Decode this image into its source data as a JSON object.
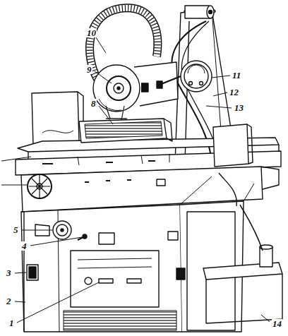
{
  "diagram": {
    "labels": [
      "10",
      "9",
      "8",
      "11",
      "12",
      "13",
      "5",
      "4",
      "3",
      "2",
      "1",
      "14"
    ]
  }
}
